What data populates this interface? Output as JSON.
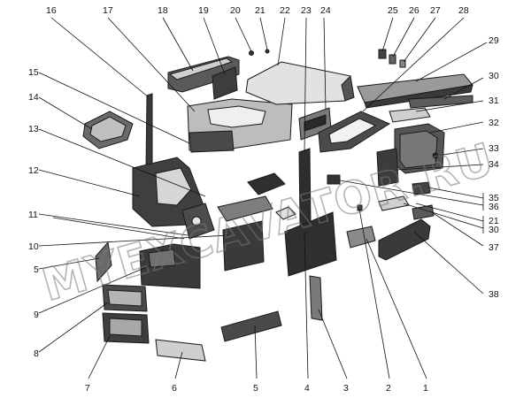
{
  "watermark": "MYEXCAVATOR.RU",
  "callouts": [
    "16",
    "17",
    "18",
    "19",
    "20",
    "21",
    "22",
    "23",
    "24",
    "25",
    "26",
    "27",
    "28",
    "29",
    "30",
    "31",
    "32",
    "33",
    "34",
    "35",
    "36",
    "21",
    "30",
    "37",
    "38",
    "15",
    "14",
    "13",
    "12",
    "11",
    "10",
    "5",
    "9",
    "8",
    "7",
    "6",
    "5",
    "4",
    "3",
    "2",
    "1"
  ],
  "colors": {
    "ink": "#111111",
    "part_dark": "#2b2b2b",
    "part_mid": "#6e6e6e",
    "part_light": "#d9d9d9",
    "watermark": "#7a7a7a"
  }
}
